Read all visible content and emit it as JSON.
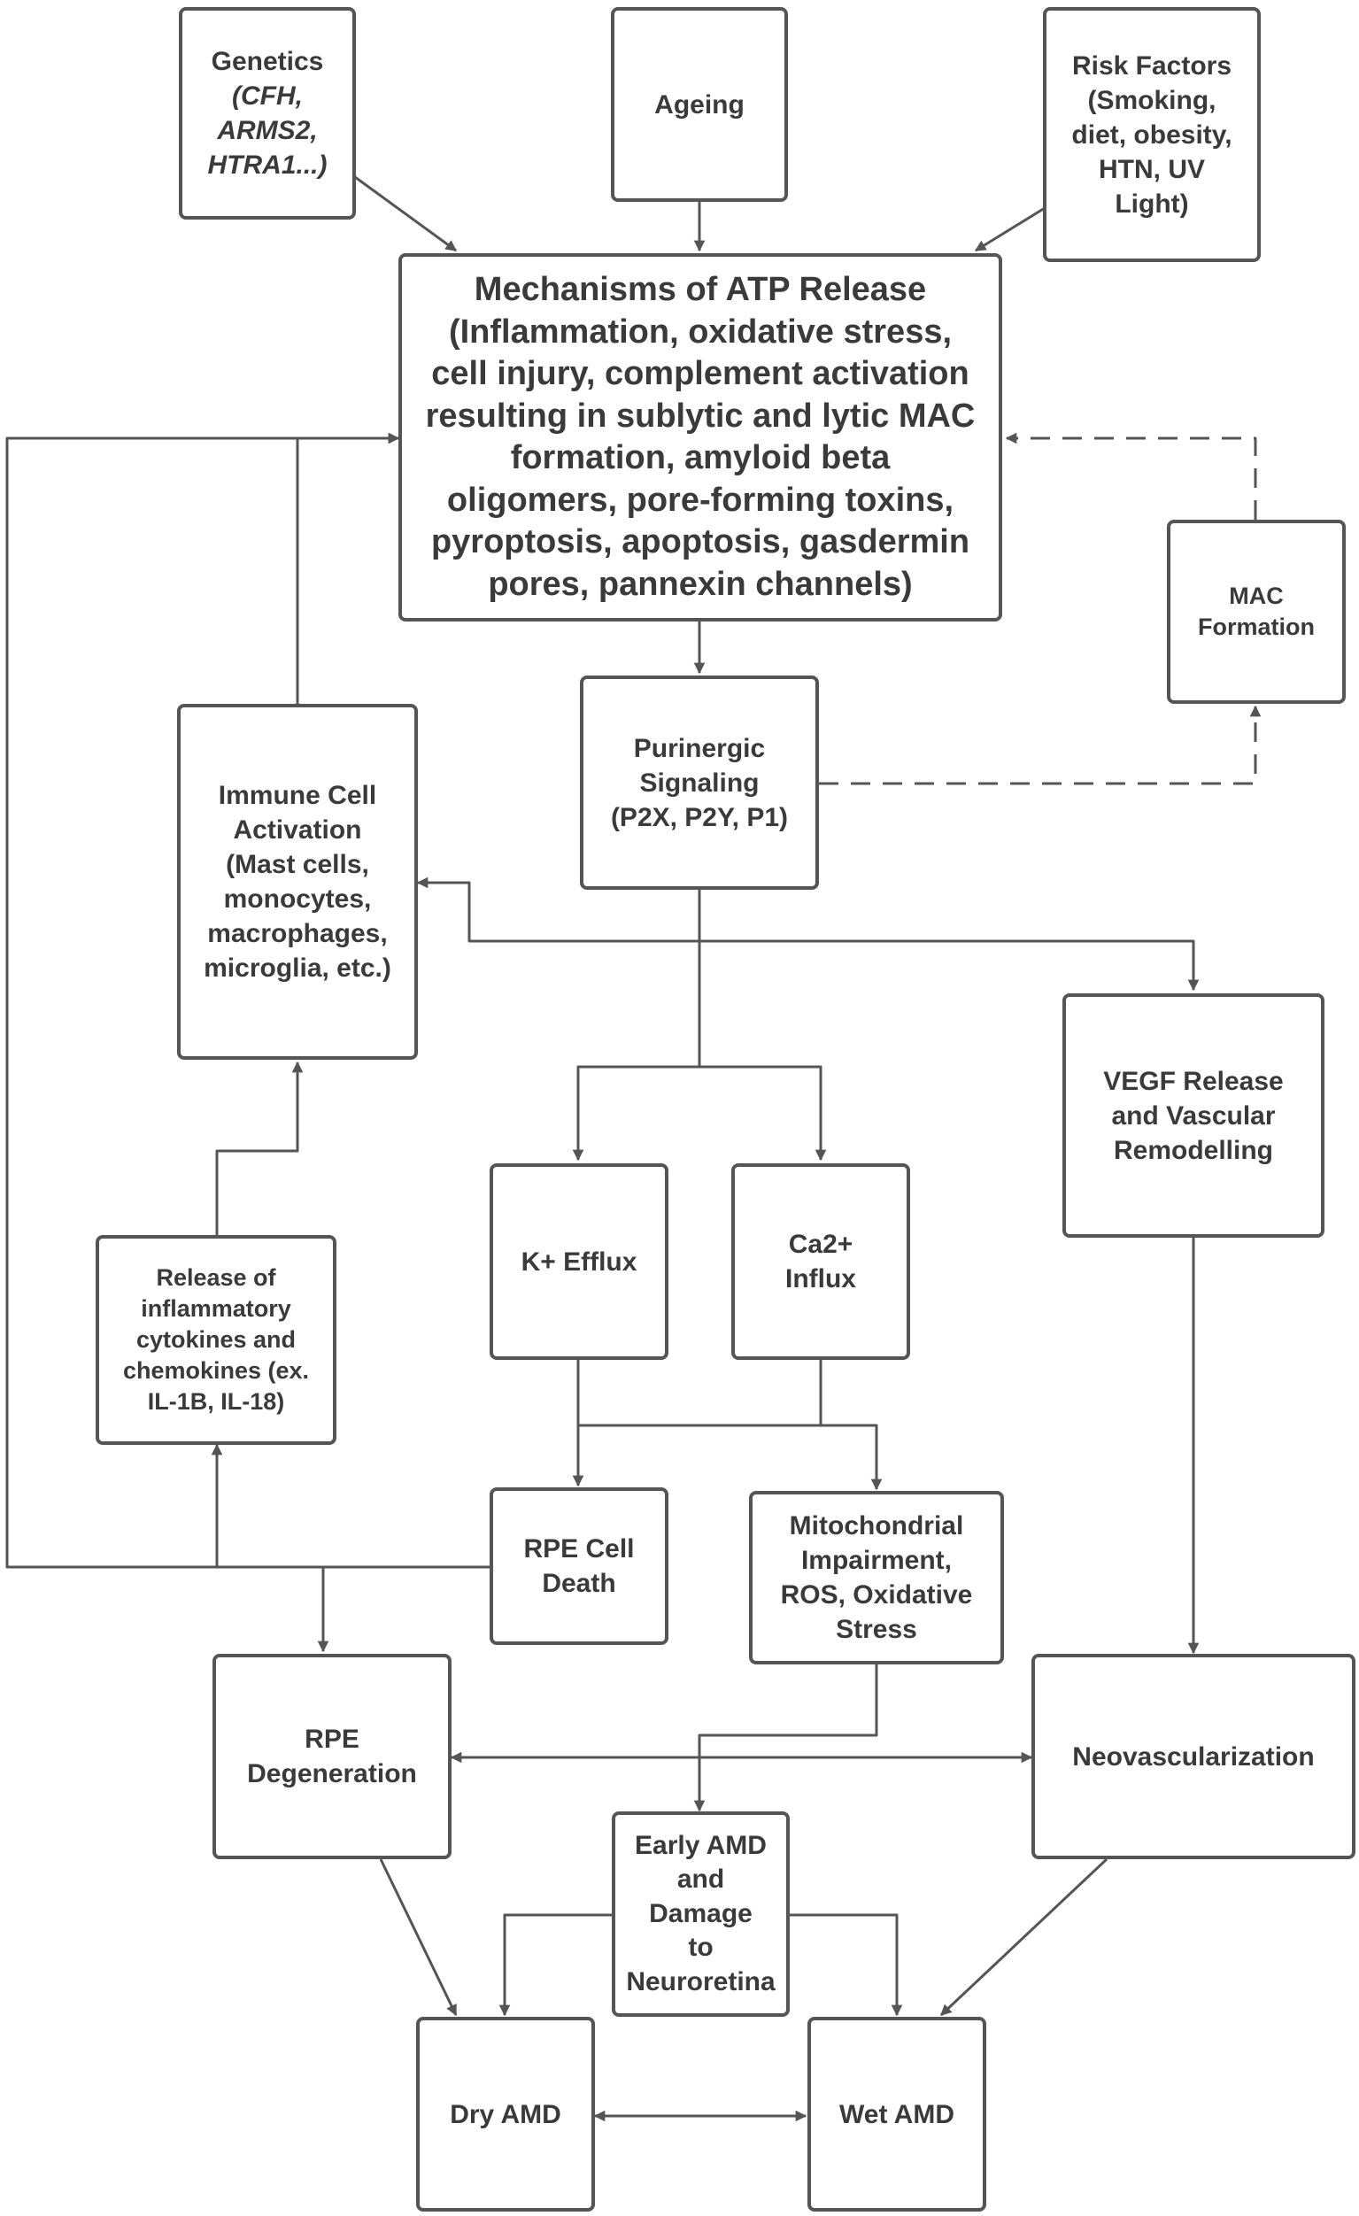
{
  "nodes": {
    "genetics": {
      "lines": [
        "Genetics",
        "(CFH,",
        "ARMS2,",
        "HTRA1...)"
      ]
    },
    "ageing": {
      "lines": [
        "Ageing"
      ]
    },
    "risk": {
      "lines": [
        "Risk Factors",
        "(Smoking,",
        "diet, obesity,",
        "HTN, UV",
        "Light)"
      ]
    },
    "atp": {
      "lines": [
        "Mechanisms of ATP Release",
        "(Inflammation, oxidative stress,",
        "cell injury, complement activation",
        "resulting in sublytic and lytic MAC",
        "formation, amyloid beta",
        "oligomers, pore-forming toxins,",
        "pyroptosis, apoptosis, gasdermin",
        "pores, pannexin channels)"
      ]
    },
    "mac": {
      "lines": [
        "MAC",
        "Formation"
      ]
    },
    "purinergic": {
      "lines": [
        "Purinergic",
        "Signaling",
        "(P2X, P2Y, P1)"
      ]
    },
    "immune": {
      "lines": [
        "Immune Cell",
        "Activation",
        "(Mast cells,",
        "monocytes,",
        "macrophages,",
        "microglia, etc.)"
      ]
    },
    "vegf": {
      "lines": [
        "VEGF Release",
        "and Vascular",
        "Remodelling"
      ]
    },
    "kefflux": {
      "lines": [
        "K+ Efflux"
      ]
    },
    "cainflux": {
      "lines": [
        "Ca2+",
        "Influx"
      ]
    },
    "cytokines": {
      "lines": [
        "Release of",
        "inflammatory",
        "cytokines and",
        "chemokines (ex.",
        "IL-1B, IL-18)"
      ]
    },
    "rpedeath": {
      "lines": [
        "RPE Cell",
        "Death"
      ]
    },
    "mito": {
      "lines": [
        "Mitochondrial",
        "Impairment,",
        "ROS, Oxidative",
        "Stress"
      ]
    },
    "rpedegen": {
      "lines": [
        "RPE",
        "Degeneration"
      ]
    },
    "neovasc": {
      "lines": [
        "Neovascularization"
      ]
    },
    "earlyamd": {
      "lines": [
        "Early AMD",
        "and",
        "Damage",
        "to",
        "Neuroretina"
      ]
    },
    "dryamd": {
      "lines": [
        "Dry AMD"
      ]
    },
    "wetamd": {
      "lines": [
        "Wet AMD"
      ]
    }
  },
  "colors": {
    "line": "#555555",
    "text": "#3a3a3a",
    "fill": "#ffffff"
  }
}
